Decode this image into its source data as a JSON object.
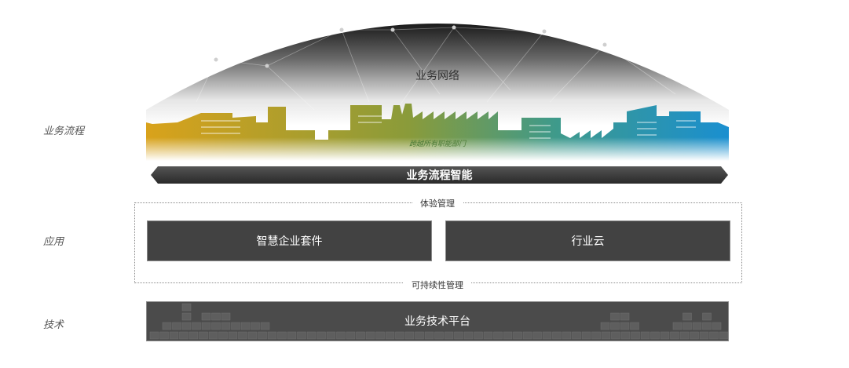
{
  "labels": {
    "business_process": "业务流程",
    "application": "应用",
    "technology": "技术"
  },
  "dome": {
    "title": "业务网络"
  },
  "skyline": {
    "caption": "跨越所有职能部门"
  },
  "process_bar": {
    "label": "业务流程智能"
  },
  "application_frame": {
    "top_label": "体验管理",
    "bottom_label": "可持续性管理",
    "boxes": [
      {
        "label": "智慧企业套件"
      },
      {
        "label": "行业云"
      }
    ]
  },
  "technology": {
    "label": "业务技术平台"
  },
  "colors": {
    "dark_box": "#424242",
    "bar": "#3a3a3a",
    "skyline_start": "#d9a21b",
    "skyline_mid": "#7d9a3a",
    "skyline_end": "#1a8fd0"
  }
}
